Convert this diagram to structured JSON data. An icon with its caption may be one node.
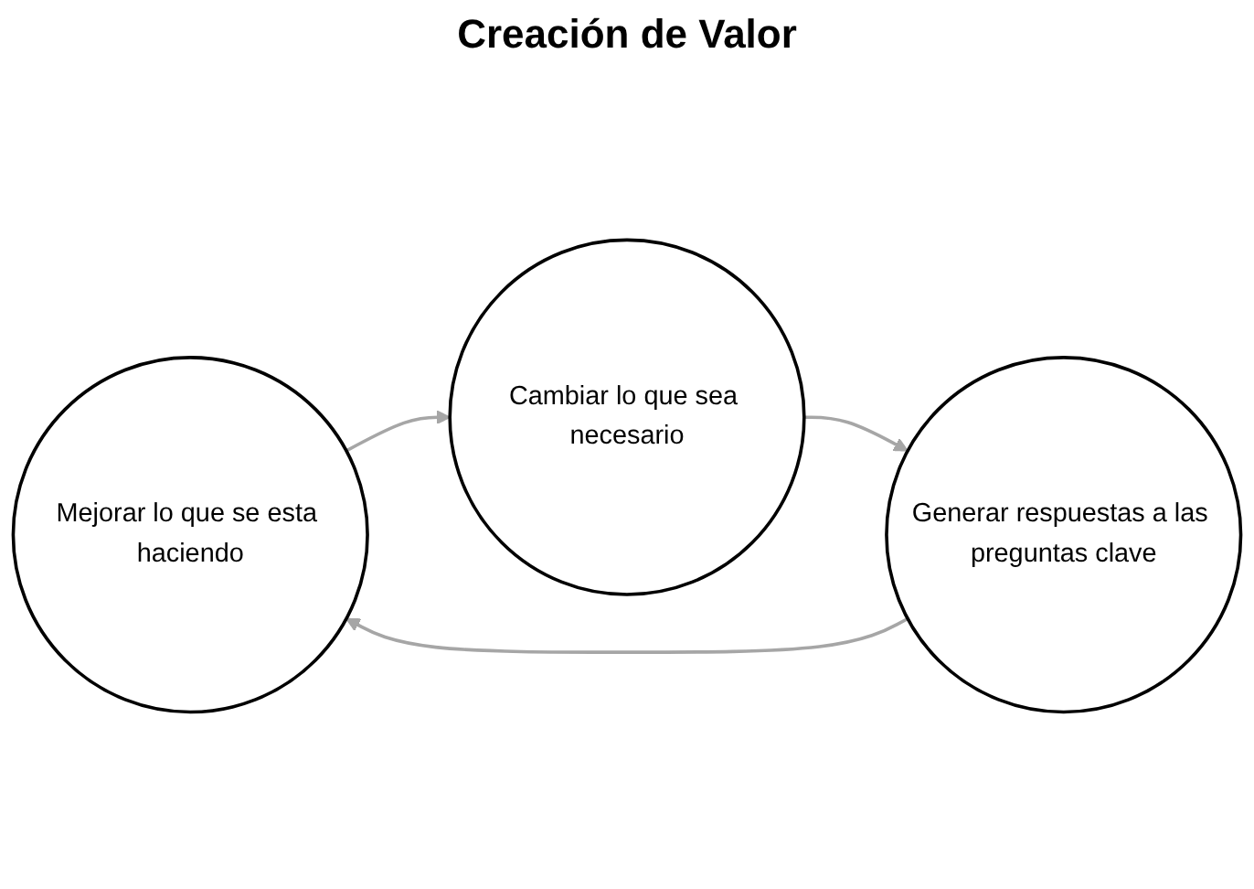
{
  "diagram": {
    "nodes": [
      {
        "text": [
          "Mejorar lo que se esta haciendo"
        ]
      },
      {
        "text": [
          "Cambiar lo que sea necesario"
        ]
      },
      {
        "text": [
          "Generar respuestas a las preguntas clave"
        ]
      }
    ],
    "edges": [
      {
        "from": 0,
        "to": 1,
        "arrow": "to"
      },
      {
        "from": 1,
        "to": 2,
        "arrow": "to"
      },
      {
        "from": 2,
        "to": 0,
        "arrow": "to"
      }
    ],
    "labels": [
      "Creación de Valor"
    ]
  }
}
